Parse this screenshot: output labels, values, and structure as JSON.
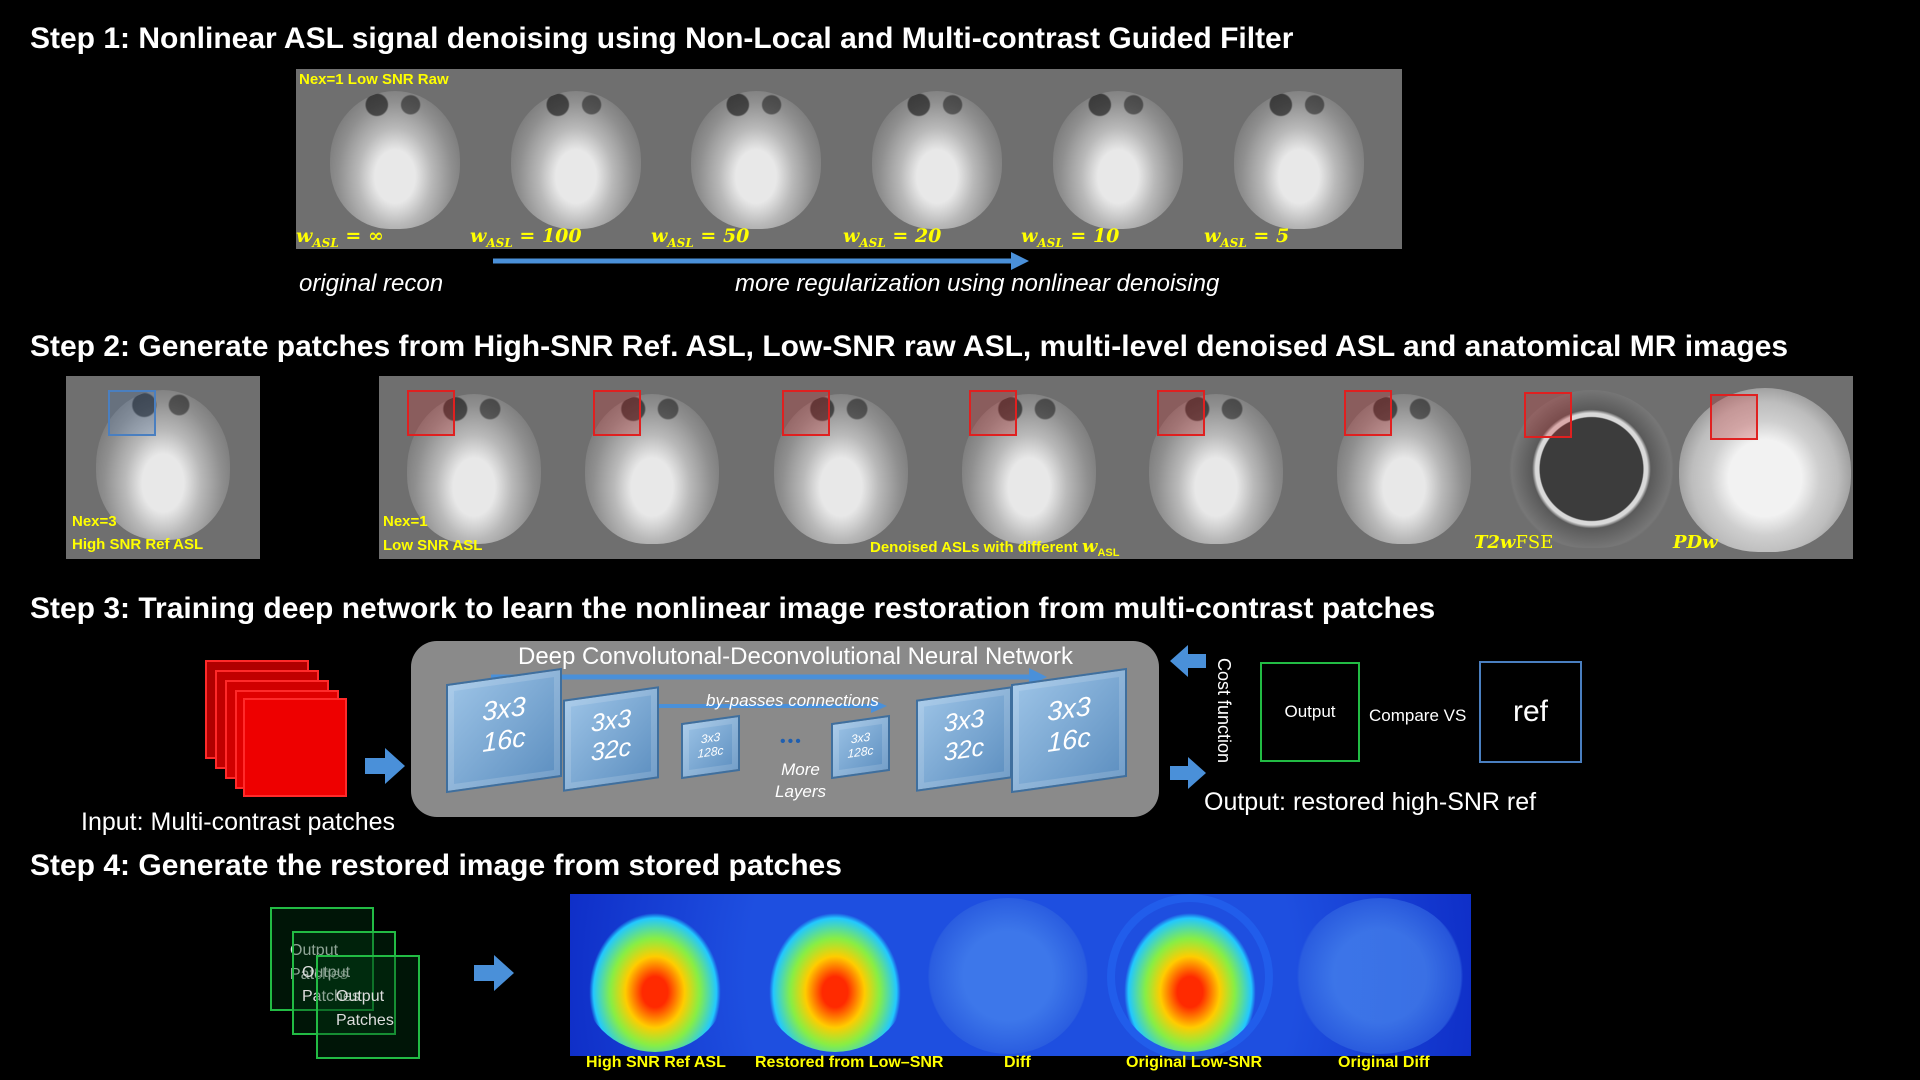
{
  "step1": {
    "title": "Step 1: Nonlinear ASL signal denoising using Non-Local and Multi-contrast Guided Filter",
    "strip_label": "Nex=1 Low SNR Raw",
    "w_labels": [
      "w_ASL = ∞",
      "w_ASL = 100",
      "w_ASL = 50",
      "w_ASL = 20",
      "w_ASL = 10",
      "w_ASL = 5"
    ],
    "w_symbol": "w",
    "w_sub": "ASL",
    "w_values": [
      "= ∞",
      "= 100",
      "= 50",
      "= 20",
      "= 10",
      "= 5"
    ],
    "caption_left": "original recon",
    "caption_right": "more regularization using nonlinear denoising"
  },
  "step2": {
    "title": "Step 2: Generate patches from High-SNR Ref. ASL, Low-SNR raw ASL, multi-level denoised ASL and anatomical MR images",
    "ref_label_1": "Nex=3",
    "ref_label_2": "High SNR Ref ASL",
    "low_label_1": "Nex=1",
    "low_label_2": "Low SNR ASL",
    "denoised_label": "Denoised ASLs with different",
    "denoised_w": "w",
    "denoised_sub": "ASL",
    "t2_label_a": "T2w",
    "t2_label_b": "FSE",
    "pd_label": "PDw"
  },
  "step3": {
    "title": "Step 3: Training deep network to learn the nonlinear image restoration from multi-contrast patches",
    "network_title": "Deep Convolutonal-Deconvolutional Neural Network",
    "bypass_label": "by-passes connections",
    "layers": [
      {
        "k": "3x3",
        "c": "16c"
      },
      {
        "k": "3x3",
        "c": "32c"
      },
      {
        "k": "3x3",
        "c": "128c"
      },
      {
        "k": "3x3",
        "c": "128c"
      },
      {
        "k": "3x3",
        "c": "32c"
      },
      {
        "k": "3x3",
        "c": "16c"
      }
    ],
    "dots": "•••",
    "more_layers_1": "More",
    "more_layers_2": "Layers",
    "input_label": "Input: Multi-contrast patches",
    "cost_function": "Cost function",
    "output_box": "Output",
    "compare_vs": "Compare VS",
    "ref_box": "ref",
    "output_label": "Output: restored high-SNR ref"
  },
  "step4": {
    "title": "Step 4: Generate the restored image from stored patches",
    "patch_labels": [
      [
        "Output",
        "Patches"
      ],
      [
        "Output",
        "Patches"
      ],
      [
        "Output",
        "Patches"
      ]
    ],
    "result_labels": [
      "High SNR Ref ASL",
      "Restored from Low–SNR",
      "Diff",
      "Original Low-SNR",
      "Original Diff"
    ]
  },
  "colors": {
    "title": "#ffffff",
    "label_yellow": "#ffff00",
    "red_box": "#e02020",
    "blue_box": "#4a7fc0",
    "arrow_blue": "#4a90d9",
    "green_box": "#22bb44"
  }
}
